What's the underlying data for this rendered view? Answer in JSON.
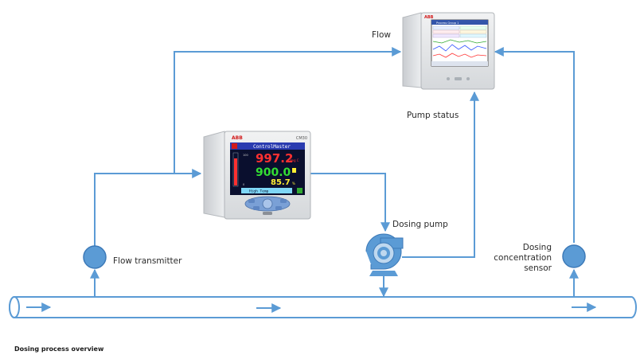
{
  "labels": {
    "flow": "Flow",
    "pump_status": "Pump status",
    "dosing_pump": "Dosing pump",
    "flow_transmitter": "Flow transmitter",
    "sensor_line1": "Dosing",
    "sensor_line2": "concentration",
    "sensor_line3": "sensor"
  },
  "caption": "Dosing process overview",
  "controller": {
    "brand": "ABB",
    "model": "CM30",
    "title": "ControlMaster",
    "pv": "997.2",
    "pv_unit": "deg C",
    "sp": "900.0",
    "out": "85.7",
    "out_unit": "%",
    "alarm": "High Temp",
    "scale_top": "100",
    "scale_bottom": "0"
  },
  "recorder": {
    "brand": "ABB",
    "title": "Process Group 1"
  },
  "colors": {
    "line": "#5b9bd5",
    "pipe_fill": "#ffffff",
    "device_body": "#e6e8ea",
    "screen_bg": "#0a0f2e",
    "pv_color": "#ff3030",
    "sp_color": "#33dd33",
    "out_color": "#ffee33"
  }
}
